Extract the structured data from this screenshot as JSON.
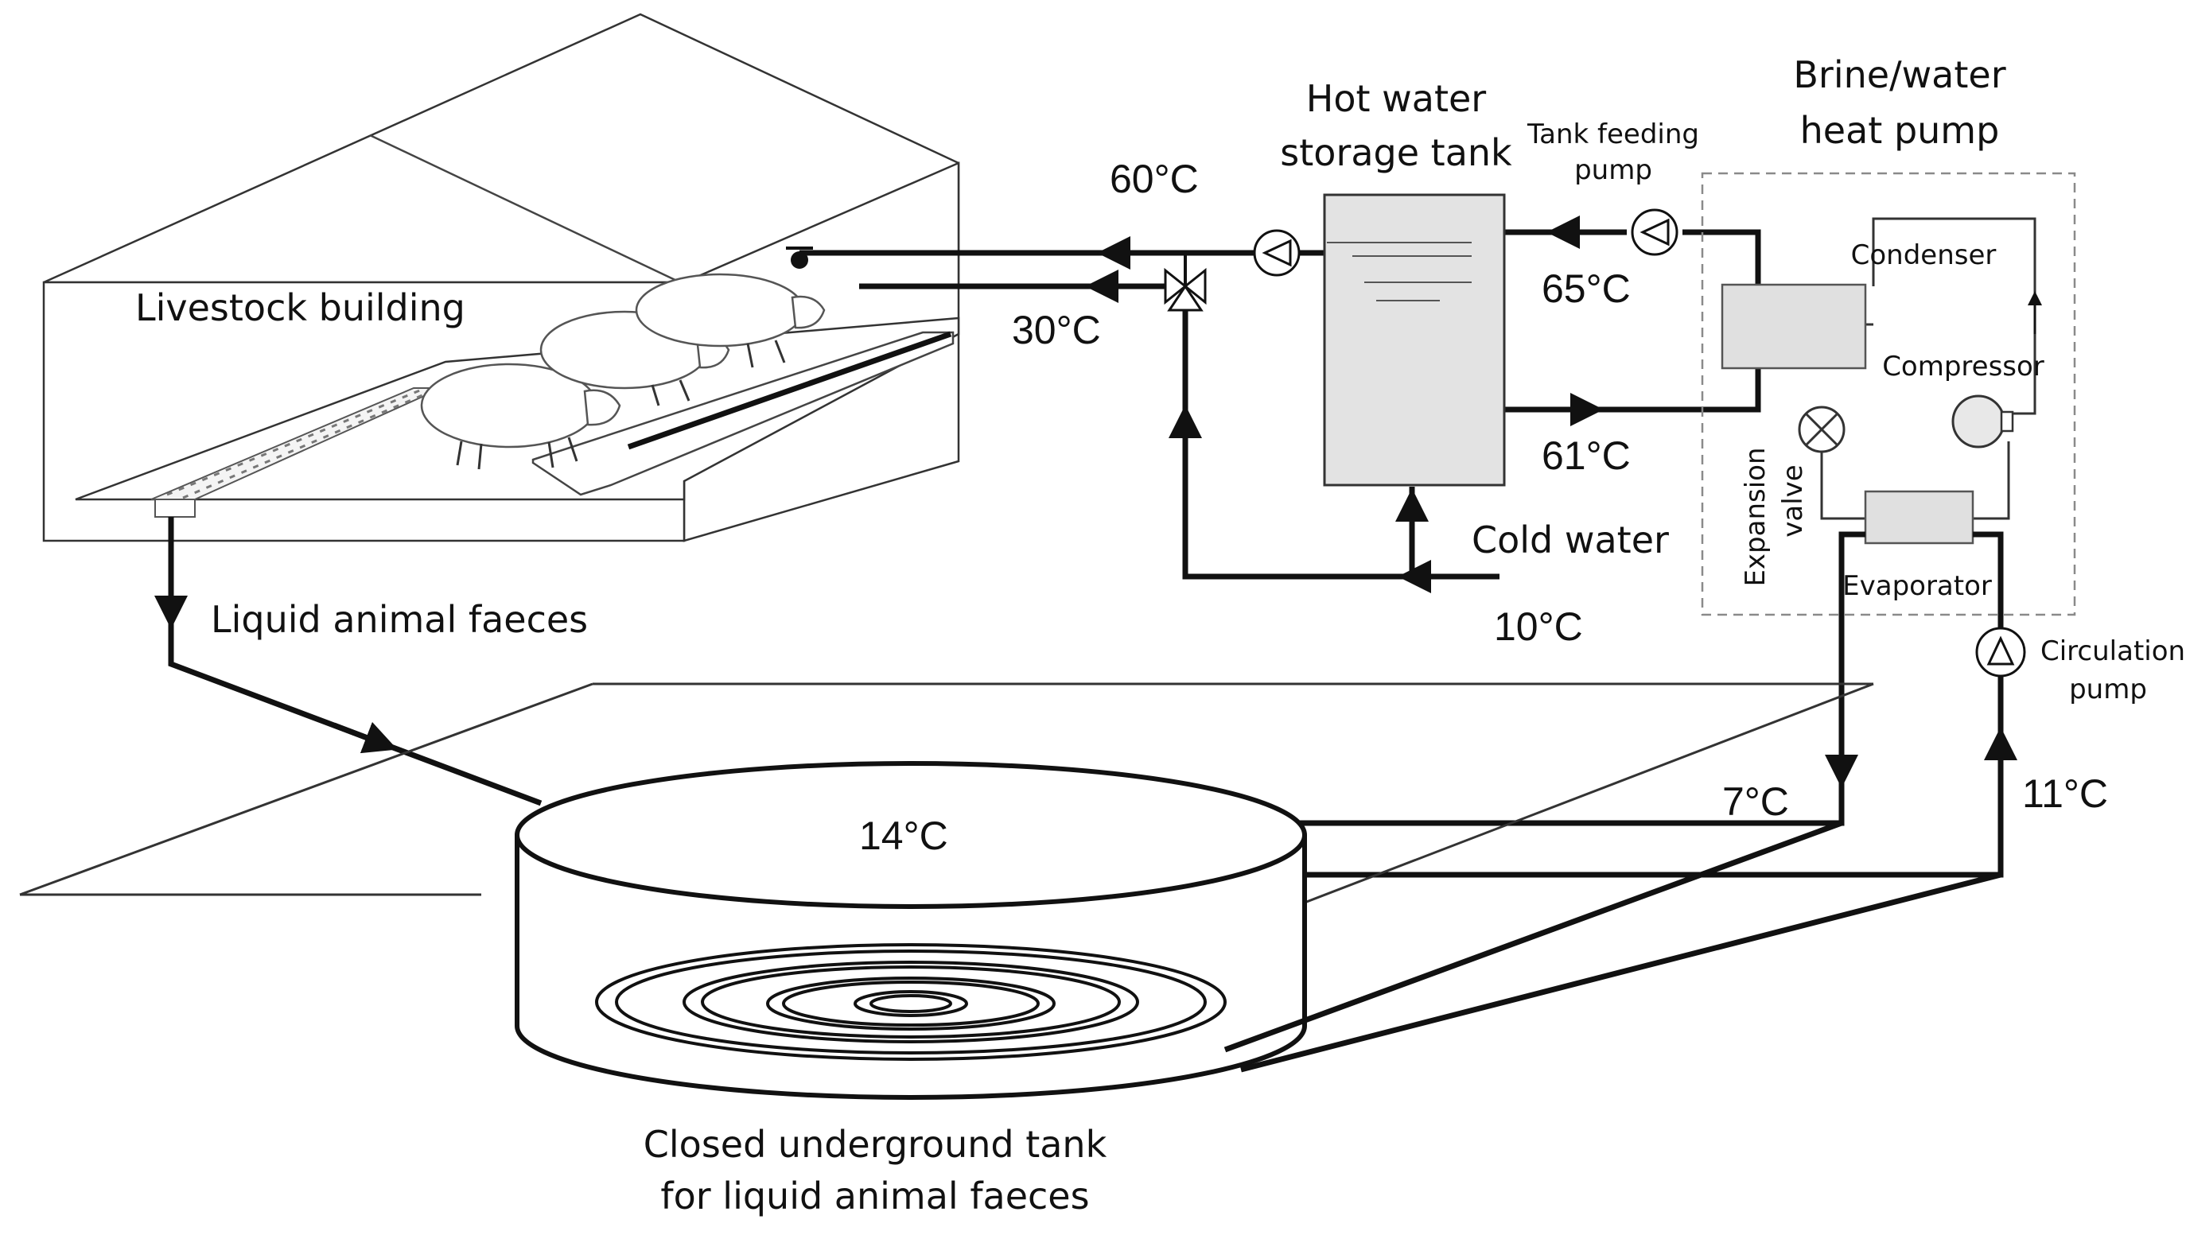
{
  "labels": {
    "livestock_building": "Livestock building",
    "liquid_animal_faeces": "Liquid animal faeces",
    "hot_water_storage_tank_line1": "Hot water",
    "hot_water_storage_tank_line2": "storage tank",
    "tank_feeding_pump_line1": "Tank feeding",
    "tank_feeding_pump_line2": "pump",
    "heat_pump_line1": "Brine/water",
    "heat_pump_line2": "heat pump",
    "condenser": "Condenser",
    "compressor": "Compressor",
    "expansion_valve_line1": "Expansion",
    "expansion_valve_line2": "valve",
    "evaporator": "Evaporator",
    "circulation_pump_line1": "Circulation",
    "circulation_pump_line2": "pump",
    "cold_water": "Cold water",
    "underground_tank_line1": "Closed underground tank",
    "underground_tank_line2": "for liquid animal faeces"
  },
  "temperatures": {
    "supply_to_building": "60°C",
    "return_from_building": "30°C",
    "tank_inlet_from_condenser": "65°C",
    "tank_outlet_to_condenser": "61°C",
    "cold_water_inlet": "10°C",
    "underground_tank": "14°C",
    "brine_to_tank": "7°C",
    "brine_from_tank": "11°C"
  },
  "colors": {
    "line": "#111111",
    "tank_fill": "#e3e3e3",
    "condenser_fill": "#e0e0e0",
    "heat_pump_border": "#8a8a8a"
  }
}
